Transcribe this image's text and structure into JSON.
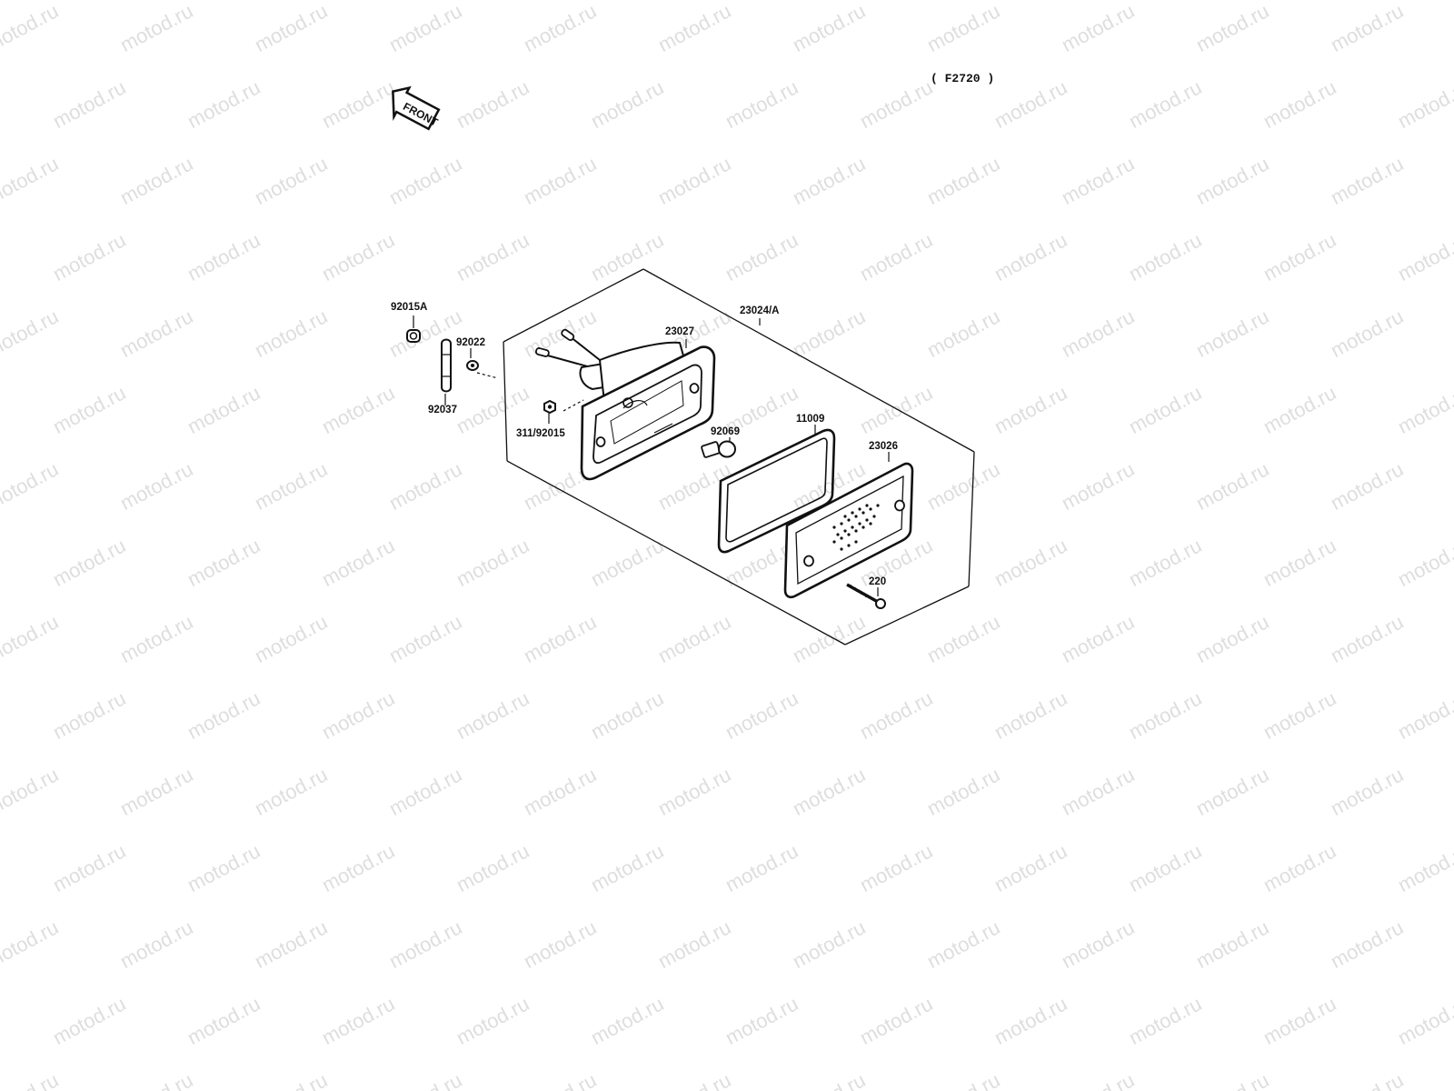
{
  "diagram": {
    "figure_code": "( F2720 )",
    "front_marker": "FRONT",
    "watermark": "motod.ru",
    "parts": {
      "p92015A": "92015A",
      "p92022": "92022",
      "p92037": "92037",
      "p311_92015": "311/92015",
      "p23027": "23027",
      "p23024A": "23024/A",
      "p92069": "92069",
      "p11009": "11009",
      "p23026": "23026",
      "p220": "220"
    }
  }
}
